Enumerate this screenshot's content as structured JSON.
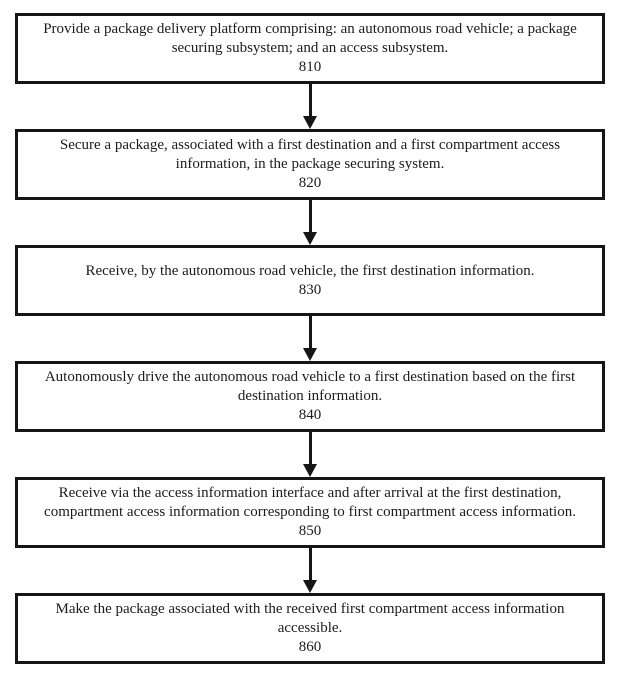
{
  "figure": {
    "type": "flowchart",
    "orientation": "vertical",
    "background_color": "#ffffff",
    "line_color": "#161616",
    "text_color": "#1c1c1c"
  },
  "steps": [
    {
      "lines": [
        "Provide a package delivery platform comprising: an autonomous road vehicle; a package",
        "securing subsystem; and an access subsystem."
      ],
      "number": "810"
    },
    {
      "lines": [
        "Secure a package, associated with a first destination and a first compartment access",
        "information, in the package securing system."
      ],
      "number": "820"
    },
    {
      "lines": [
        "Receive, by the autonomous road vehicle, the first destination information."
      ],
      "number": "830"
    },
    {
      "lines": [
        "Autonomously drive the autonomous road vehicle to a first destination based on the first",
        "destination information."
      ],
      "number": "840"
    },
    {
      "lines": [
        "Receive via the access information interface and after arrival at the first destination,",
        "compartment access information corresponding to first compartment access information."
      ],
      "number": "850"
    },
    {
      "lines": [
        "Make the package associated with the received first compartment access information",
        "accessible."
      ],
      "number": "860"
    }
  ]
}
